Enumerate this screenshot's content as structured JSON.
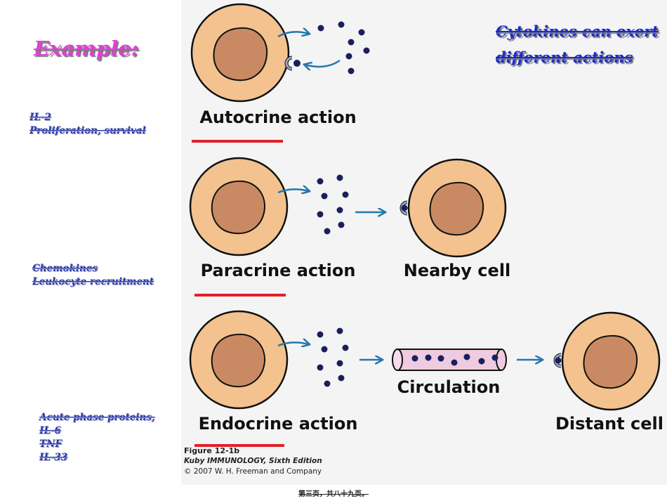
{
  "slide": {
    "heading": "Example:",
    "title_line1": "Cytokines can exert",
    "title_line2": "different actions",
    "annotations": {
      "autocrine": [
        "IL-2",
        "Proliferation, survival"
      ],
      "paracrine": [
        "Chemokines",
        "Leukocyte recruitment"
      ],
      "endocrine": [
        "Acute phase proteins,",
        "IL-6",
        "TNF",
        "IL-33"
      ]
    },
    "footer": "第三页，共八十九页。"
  },
  "figure": {
    "labels": {
      "autocrine": "Autocrine action",
      "paracrine": "Paracrine action",
      "nearby_cell": "Nearby cell",
      "circulation": "Circulation",
      "endocrine": "Endocrine action",
      "distant_cell": "Distant cell"
    },
    "caption": {
      "figure_number": "Figure 12-1b",
      "book": "Kuby IMMUNOLOGY, Sixth Edition",
      "copyright": "© 2007 W. H. Freeman and Company"
    }
  },
  "colors": {
    "cell_outer": "#f3c28e",
    "cell_nucleus": "#c98a63",
    "cytokine_dot": "#1a1f5c",
    "arrow": "#2478ad",
    "receptor": "#9aa1c9",
    "vessel": "#eecbe0",
    "underline": "#e0202a"
  }
}
